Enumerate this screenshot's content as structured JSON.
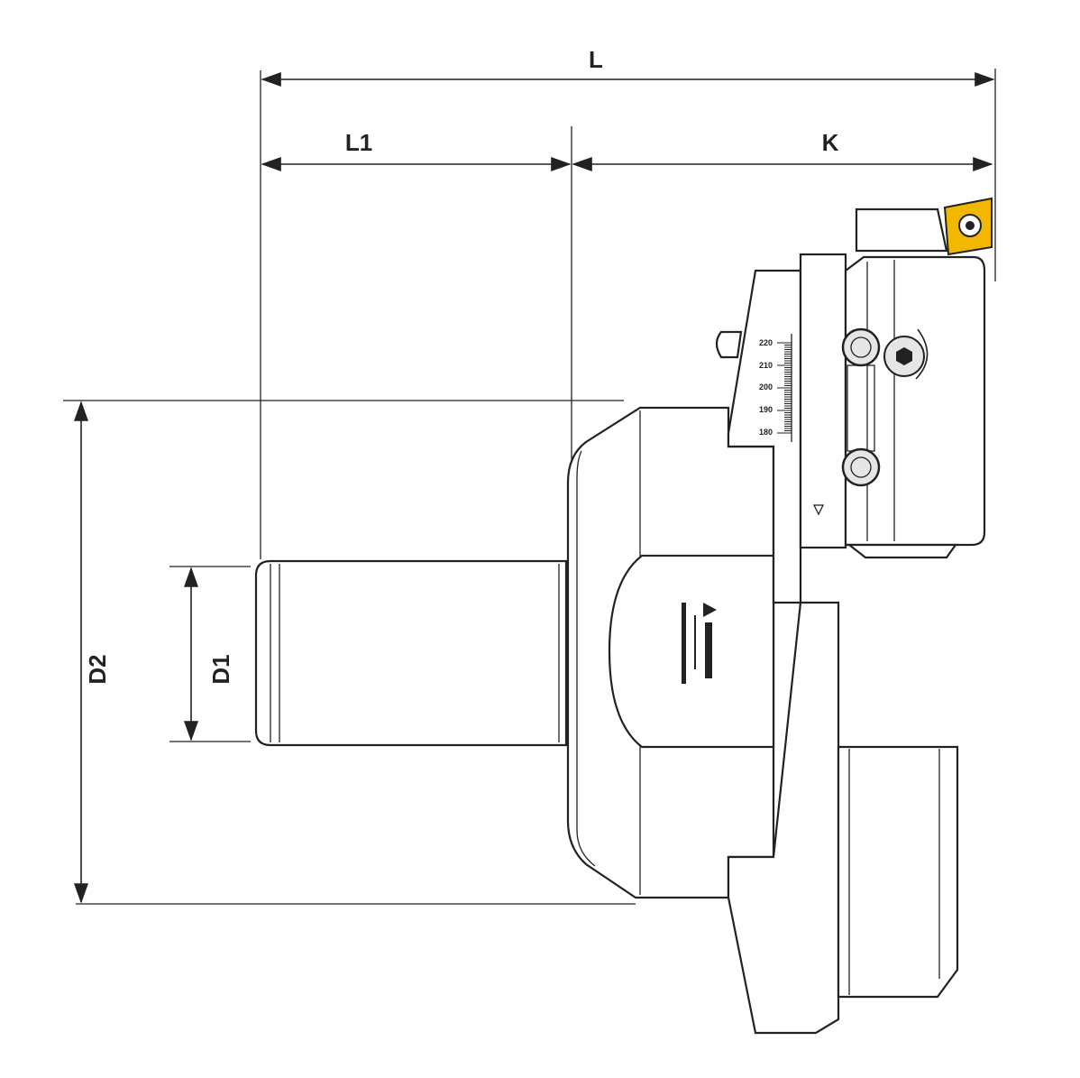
{
  "dimensions": {
    "L": "L",
    "L1": "L1",
    "K": "K",
    "D2": "D2",
    "D1": "D1"
  },
  "scale_labels": [
    "220",
    "210",
    "200",
    "190",
    "180"
  ],
  "colors": {
    "insert": "#f2b800",
    "line": "#222222",
    "fill_light": "#e6e6e6"
  }
}
